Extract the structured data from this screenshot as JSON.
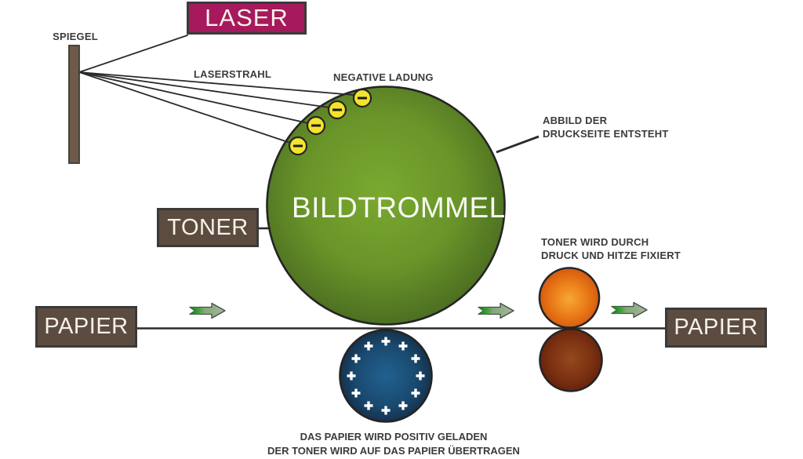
{
  "diagram": {
    "mirror": {
      "label": "SPIEGEL"
    },
    "laser": {
      "label": "LASER"
    },
    "beam": {
      "label": "LASERSTRAHL"
    },
    "charge_negative": {
      "label": "NEGATIVE LADUNG",
      "symbol": "−",
      "count": 4
    },
    "drum": {
      "label": "BILDTROMMEL",
      "note_line1": "ABBILD DER",
      "note_line2": "DRUCKSEITE ENTSTEHT"
    },
    "toner": {
      "label": "TONER"
    },
    "paper_in": {
      "label": "PAPIER"
    },
    "paper_out": {
      "label": "PAPIER"
    },
    "transfer_roller": {
      "symbol": "+",
      "plus_count": 12
    },
    "fuser": {
      "note_line1": "TONER WIRD DURCH",
      "note_line2": "DRUCK UND HITZE FIXIERT"
    },
    "footer": {
      "line1": "DAS PAPIER WIRD POSITIV GELADEN",
      "line2": "DER TONER WIRD AUF DAS PAPIER ÜBERTRAGEN"
    }
  },
  "colors": {
    "laser_box": "#a6195c",
    "brown_box": "#5c4c40",
    "mirror_bar": "#6f5948",
    "drum_center": "#7aa930",
    "drum_edge": "#476820",
    "charge_yellow": "#f3e32b",
    "transfer_center": "#20628f",
    "transfer_edge": "#142c44",
    "fuser_top": "#ea7a17",
    "fuser_bottom": "#7c3212",
    "arrow_green": "#45903f",
    "label_text": "#3b3b3b"
  }
}
